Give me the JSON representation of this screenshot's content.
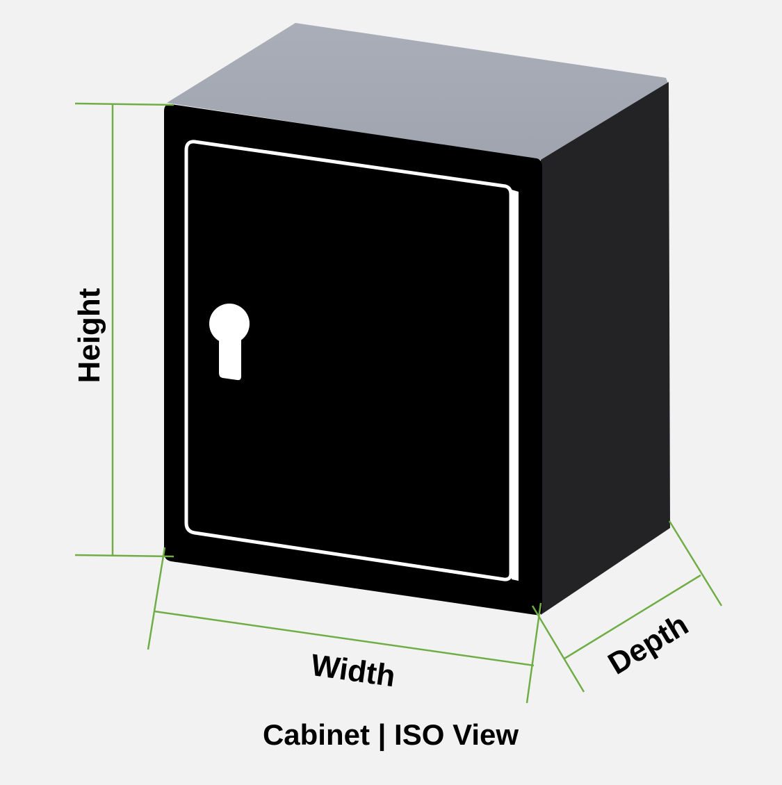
{
  "labels": {
    "height": "Height",
    "width": "Width",
    "depth": "Depth",
    "caption": "Cabinet | ISO View"
  },
  "colors": {
    "background": "#f2f2f2",
    "top_face": "#a4a9b3",
    "front_face": "#000000",
    "side_face": "#232325",
    "door_outline": "#ffffff",
    "dimension_line": "#70ad47"
  },
  "icons": {
    "keyhole": "keyhole-icon"
  }
}
